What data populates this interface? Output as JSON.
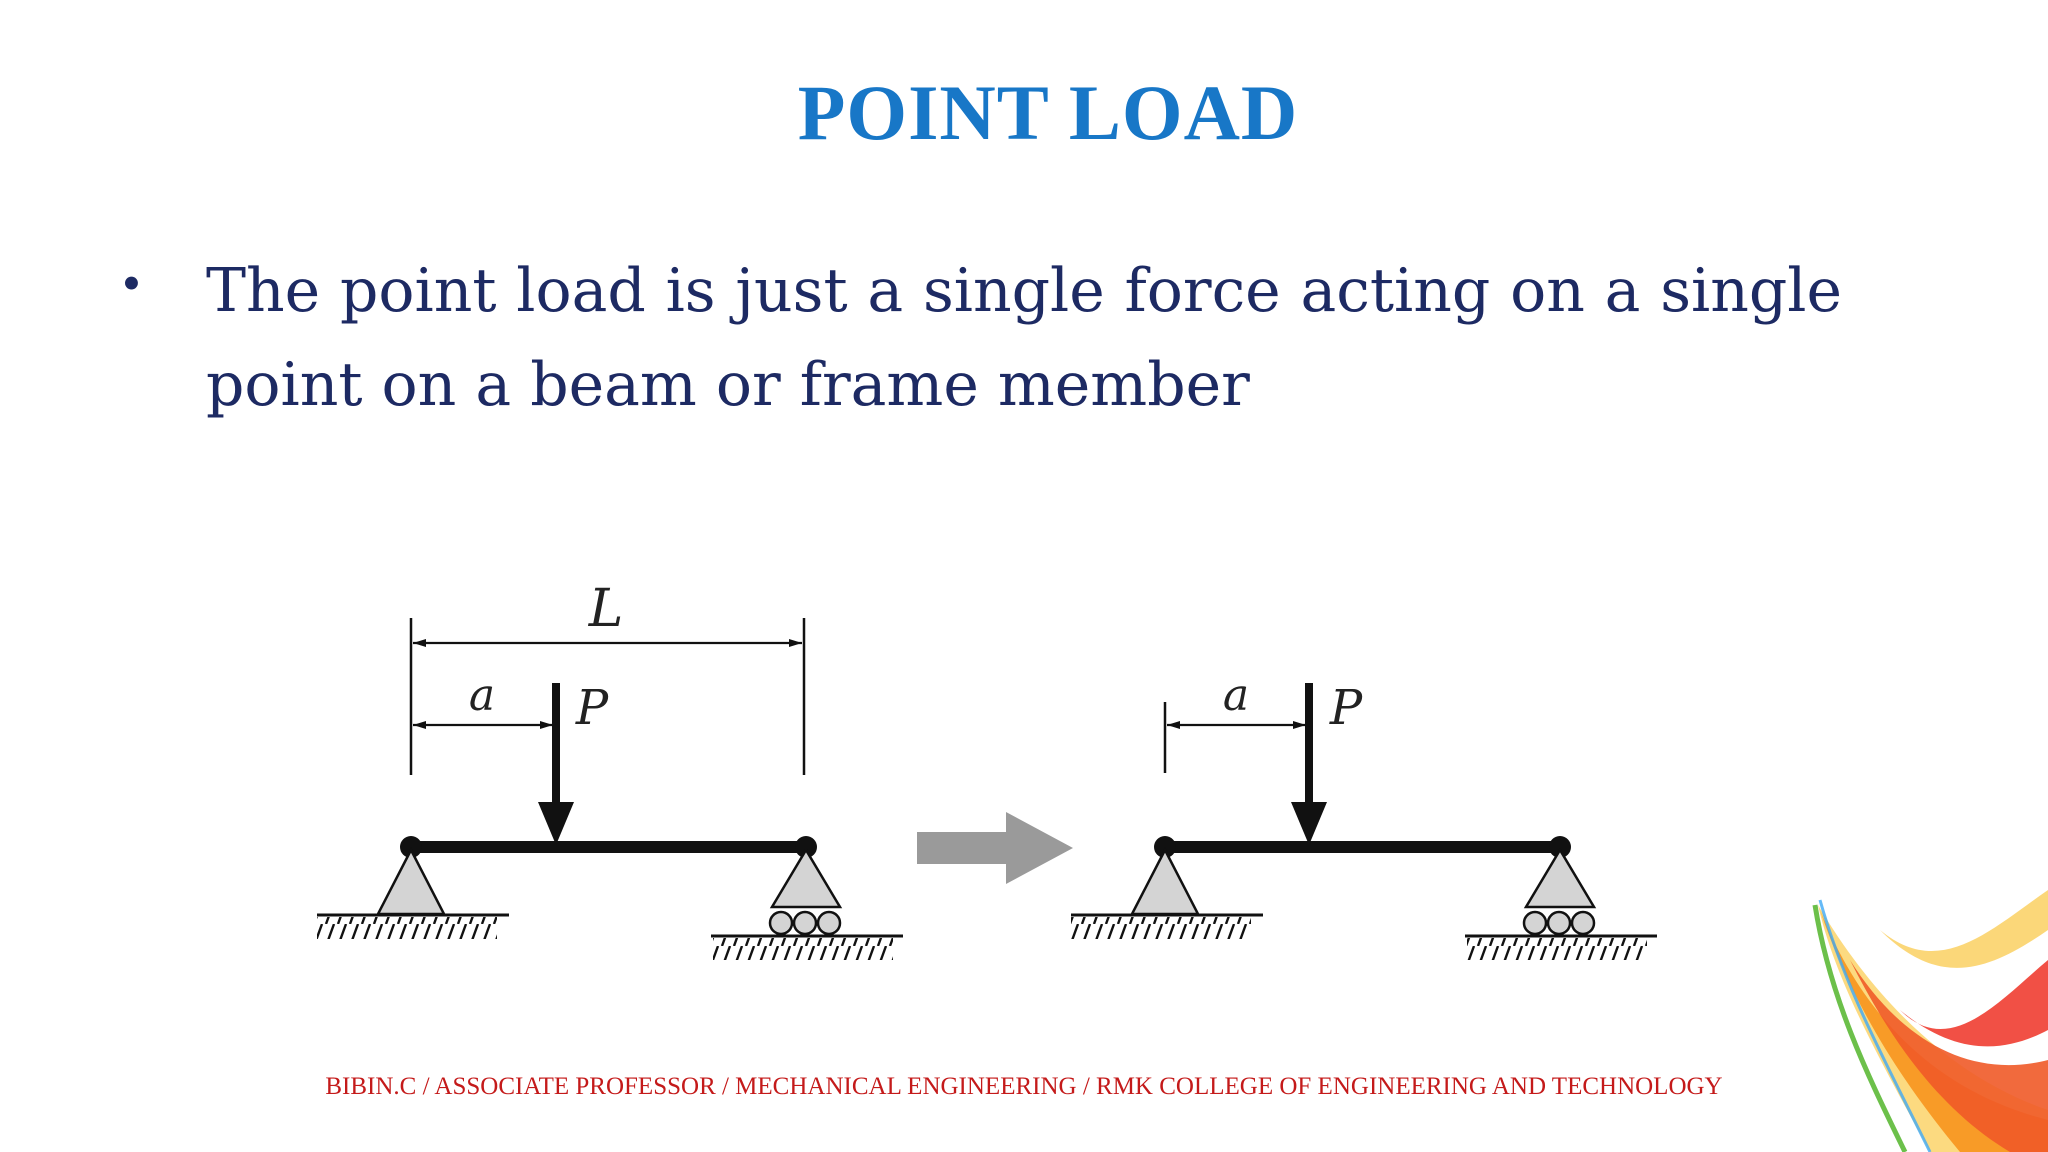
{
  "slide": {
    "title": "POINT LOAD",
    "bullet": "The point load is just a single force acting on a single point on a beam or frame member",
    "footer": "BIBIN.C / ASSOCIATE PROFESSOR / MECHANICAL ENGINEERING / RMK COLLEGE OF ENGINEERING AND TECHNOLOGY"
  },
  "diagram": {
    "left_beam": {
      "span_label": "L",
      "distance_label": "a",
      "load_label": "P"
    },
    "right_beam": {
      "distance_label": "a",
      "load_label": "P"
    }
  },
  "colors": {
    "title": "#1877c7",
    "body_text": "#1d2a63",
    "footer": "#c41a1a",
    "transition_arrow": "#9a9a9a",
    "support_fill": "#d4d4d4"
  }
}
